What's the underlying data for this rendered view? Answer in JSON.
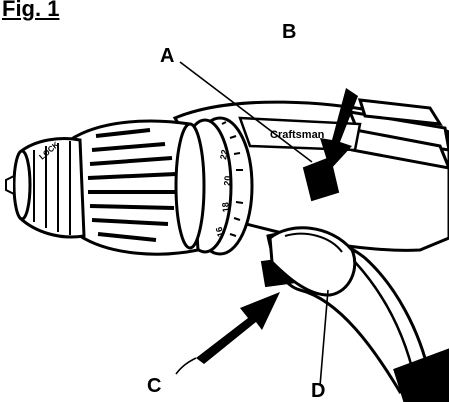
{
  "figure": {
    "label": "Fig. 1"
  },
  "callouts": {
    "a": "A",
    "b": "B",
    "c": "C",
    "d": "D"
  },
  "drill_markings": {
    "brand": "Craftsman",
    "lock": "LOCK",
    "clutch_numbers": [
      "16",
      "18",
      "20",
      "22"
    ]
  }
}
